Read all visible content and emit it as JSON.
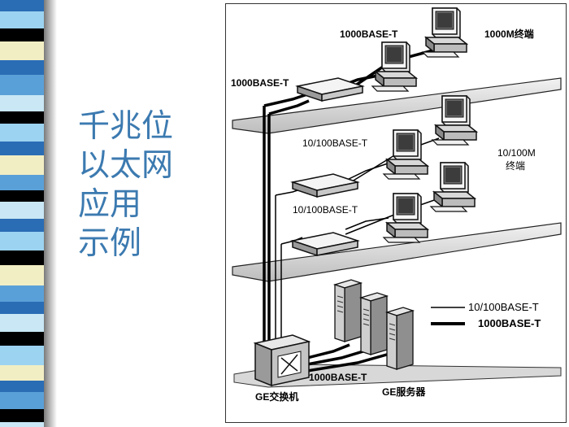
{
  "title_lines": [
    "千兆位",
    "以太网",
    "应用",
    "示例"
  ],
  "labels": {
    "top_link": "1000BASE-T",
    "top_switch_link": "1000BASE-T",
    "gig_terminal": "1000M终端",
    "mid_link_1": "10/100BASE-T",
    "mid_link_2": "10/100BASE-T",
    "mid_terminal": "10/100M\n终端",
    "server_link": "1000BASE-T",
    "ge_switch": "GE交换机",
    "ge_server": "GE服务器"
  },
  "legend": {
    "thin": "10/100BASE-T",
    "thick": "1000BASE-T"
  },
  "colors": {
    "title": "#3c7ab0",
    "stripes": [
      "#2a6db5",
      "#9cd3f0",
      "#000000",
      "#f2eec4",
      "#5aa0d8",
      "#c9e7f5"
    ]
  }
}
